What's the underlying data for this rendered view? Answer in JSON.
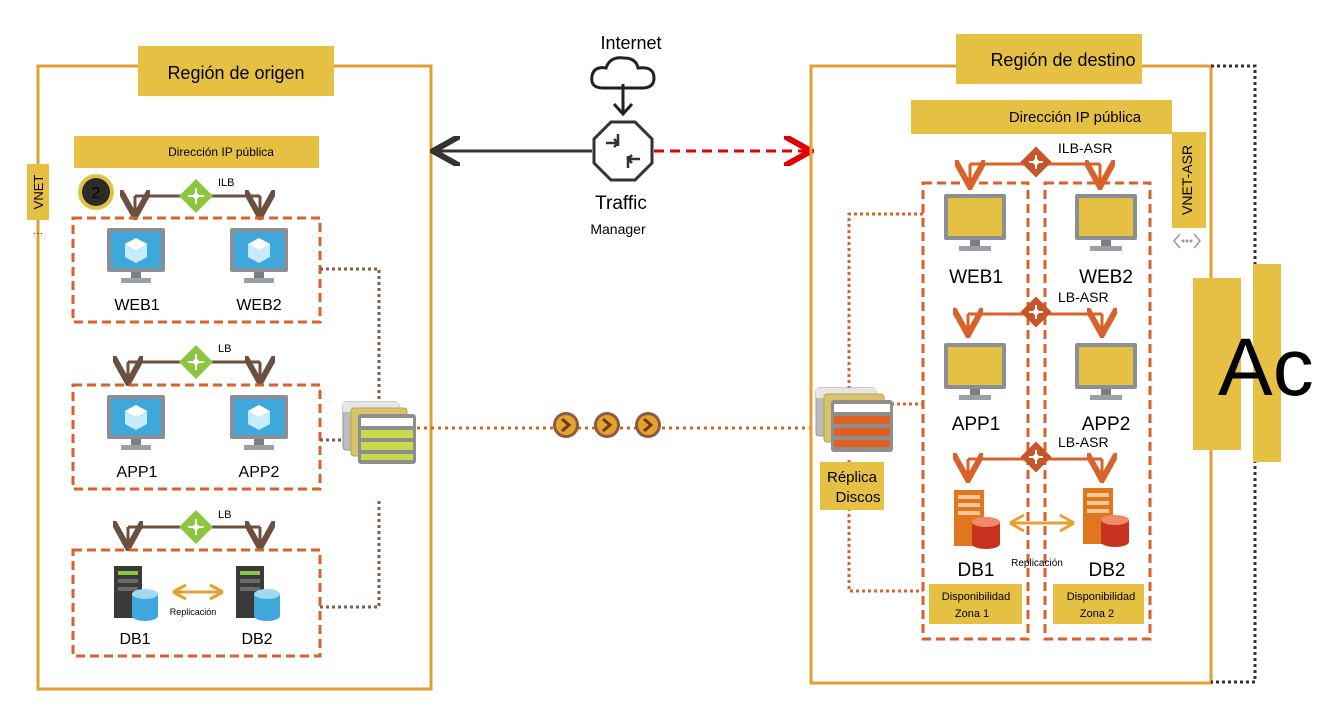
{
  "source_region": {
    "title": "Región de origen",
    "vnet_label": "VNET",
    "vnet_ellipsis": "···",
    "public_ip": "Dirección IP pública",
    "step_number": "2",
    "ilb_label": "ILB",
    "lb_app_label": "LB",
    "lb_db_label": "LB",
    "web_vms": [
      "WEB1",
      "WEB2"
    ],
    "app_vms": [
      "APP1",
      "APP2"
    ],
    "db_servers": [
      "DB1",
      "DB2"
    ],
    "replication_label": "Replicación"
  },
  "internet": {
    "label": "Internet",
    "traffic_manager_title": "Traffic",
    "traffic_manager_subtitle": "Manager"
  },
  "target_region": {
    "title": "Región de destino",
    "vnet_label": "VNET-ASR",
    "public_ip": "Dirección IP pública",
    "ilb_label": "ILB-ASR",
    "lb_app_label": "LB-ASR",
    "lb_db_label": "LB-ASR",
    "web_vms": [
      "WEB1",
      "WEB2"
    ],
    "app_vms": [
      "APP1",
      "APP2"
    ],
    "db_servers": [
      "DB1",
      "DB2"
    ],
    "replication_label": "Replicación",
    "zone1": {
      "line1": "Disponibilidad",
      "line2": "Zona 1"
    },
    "zone2": {
      "line1": "Disponibilidad",
      "line2": "Zona 2"
    },
    "replica_disks": {
      "line1": "Réplica",
      "line2": "Discos"
    },
    "overlay_text": "Ac"
  },
  "colors": {
    "region_border": "#e0a030",
    "label_fill": "#e6c043",
    "dashed_orange": "#d9622b",
    "arrow_red": "#e00000",
    "lb_green": "#8cc63f",
    "lb_orange": "#c8552a",
    "vm_blue": "#3ea8dc",
    "monitor_yellow": "#e6c043",
    "dotted_brown": "#8a5a44"
  }
}
